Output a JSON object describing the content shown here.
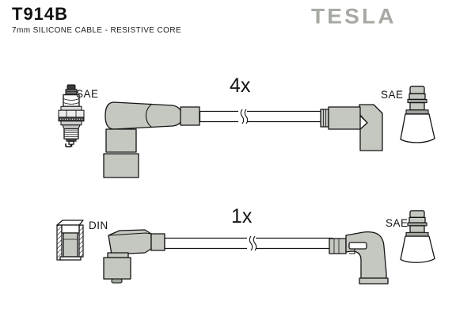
{
  "header": {
    "part_number": "T914B",
    "subtitle": "7mm SILICONE CABLE - RESISTIVE CORE",
    "brand": "TESLA"
  },
  "colors": {
    "connector": "#c4c8c1",
    "connector_dark": "#9ea39c",
    "logo": "#a6aaa3",
    "background": "#ffffff"
  },
  "rows": [
    {
      "quantity_label": "4x",
      "left_terminal": {
        "icon": "spark-plug-icon",
        "label": "SAE"
      },
      "left_connector_icon": "angled-boot-connector-icon",
      "cable_icon": "cable-with-break-icon",
      "right_connector_icon": "angled-boot-connector-icon",
      "right_terminal": {
        "icon": "sae-terminal-boot-icon",
        "label": "SAE"
      }
    },
    {
      "quantity_label": "1x",
      "left_terminal": {
        "icon": "din-connector-cross-section-icon",
        "label": "DIN"
      },
      "left_connector_icon": "angled-boot-connector-icon",
      "cable_icon": "cable-with-break-icon",
      "right_connector_icon": "angled-boot-connector-icon",
      "right_terminal": {
        "icon": "sae-terminal-boot-icon",
        "label": "SAE"
      }
    }
  ]
}
